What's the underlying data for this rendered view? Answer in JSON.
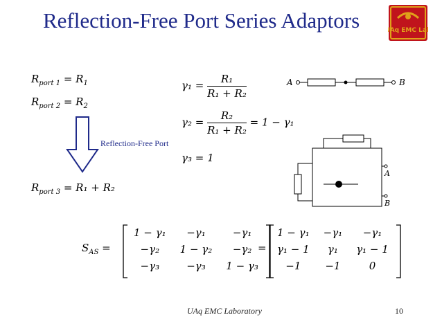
{
  "slide": {
    "title": "Reflection-Free Port Series Adaptors",
    "footer": "UAq EMC Laboratory",
    "page_number": "10",
    "logo_text": "UAq EMC Lab",
    "note": "Reflection-Free Port"
  },
  "equations": {
    "rport1_lhs": "R",
    "rport1_sub": "port 1",
    "rport1_rhs": "= R",
    "rport1_rhs_sub": "1",
    "rport2_lhs": "R",
    "rport2_sub": "port 2",
    "rport2_rhs": "= R",
    "rport2_rhs_sub": "2",
    "rport3_lhs": "R",
    "rport3_sub": "port 3",
    "rport3_rhs": "= R₁ + R₂",
    "gamma1_lhs": "γ₁ =",
    "gamma1_num": "R₁",
    "gamma1_den": "R₁ + R₂",
    "gamma2_lhs": "γ₂ =",
    "gamma2_num": "R₂",
    "gamma2_den": "R₁ + R₂",
    "gamma2_rhs": "= 1 − γ₁",
    "gamma3": "γ₃ = 1",
    "sas_lhs": "S",
    "sas_sub": "AS",
    "sas_eq": "=",
    "eq_between": "="
  },
  "matrix_left": [
    [
      "1 − γ₁",
      "−γ₁",
      "−γ₁"
    ],
    [
      "−γ₂",
      "1 − γ₂",
      "−γ₂"
    ],
    [
      "−γ₃",
      "−γ₃",
      "1 − γ₃"
    ]
  ],
  "matrix_right": [
    [
      "1 − γ₁",
      "−γ₁",
      "−γ₁"
    ],
    [
      "γ₁ − 1",
      "γ₁",
      "γ₁ − 1"
    ],
    [
      "−1",
      "−1",
      "0"
    ]
  ],
  "circuit": {
    "top_label_a": "A",
    "top_label_b": "B",
    "box_label_a": "A",
    "box_label_b": "B"
  },
  "colors": {
    "title": "#1f2a8a",
    "logo_red": "#c0141c",
    "logo_gold": "#e0a21a"
  }
}
